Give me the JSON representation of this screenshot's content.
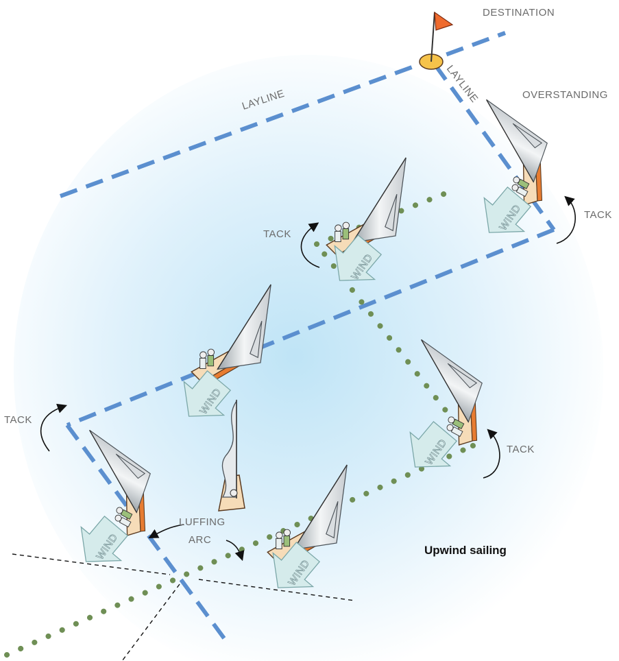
{
  "labels": {
    "destination": "DESTINATION",
    "layline_left": "LAYLINE",
    "layline_right": "LAYLINE",
    "overstanding": "OVERSTANDING",
    "tack": "TACK",
    "wind": "WIND",
    "luffing_1": "LUFFING",
    "luffing_2": "ARC",
    "title": "Upwind sailing"
  },
  "colors": {
    "layline": "#5b8fcf",
    "track": "#6f8f55",
    "water": "#cbe9f7",
    "wind_arrow": "#d7ecec",
    "flag": "#ef6b2e",
    "mark": "#f6c34a",
    "hull": "#f6dcb8",
    "sail": "#e8ecef"
  },
  "icons": [
    "flag-icon",
    "buoy-icon",
    "sailboat-icon",
    "wind-arrow-icon",
    "tack-arrow-icon"
  ]
}
